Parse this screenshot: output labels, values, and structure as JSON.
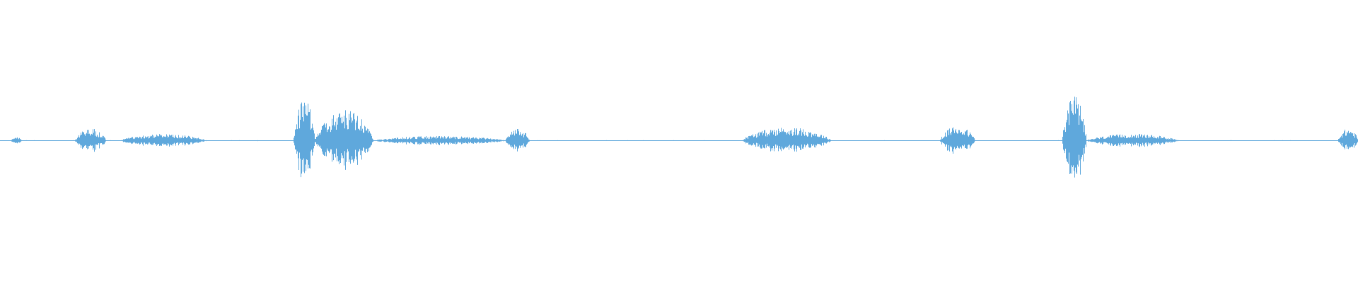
{
  "waveform": {
    "color": "#5fa8dc",
    "amplitude_scale": 0.24,
    "bursts": [
      {
        "start": 0.008,
        "end": 0.016,
        "peak": 0.06
      },
      {
        "start": 0.055,
        "end": 0.078,
        "peak": 0.18
      },
      {
        "start": 0.088,
        "end": 0.152,
        "peak": 0.1
      },
      {
        "start": 0.216,
        "end": 0.232,
        "peak": 0.6
      },
      {
        "start": 0.232,
        "end": 0.275,
        "peak": 0.45
      },
      {
        "start": 0.275,
        "end": 0.372,
        "peak": 0.07
      },
      {
        "start": 0.372,
        "end": 0.39,
        "peak": 0.18
      },
      {
        "start": 0.546,
        "end": 0.612,
        "peak": 0.2
      },
      {
        "start": 0.692,
        "end": 0.718,
        "peak": 0.22
      },
      {
        "start": 0.782,
        "end": 0.8,
        "peak": 0.65
      },
      {
        "start": 0.8,
        "end": 0.868,
        "peak": 0.1
      },
      {
        "start": 0.985,
        "end": 1.0,
        "peak": 0.18
      }
    ]
  }
}
